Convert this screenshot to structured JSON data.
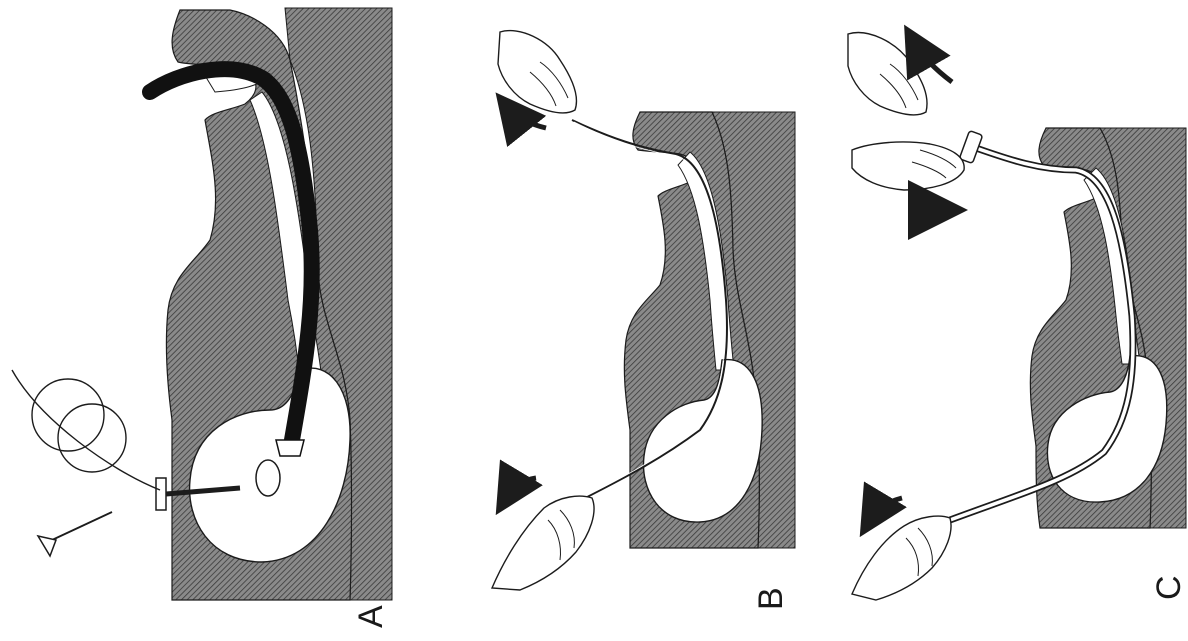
{
  "figure": {
    "panels": [
      {
        "id": "A",
        "label": "A"
      },
      {
        "id": "B",
        "label": "B"
      },
      {
        "id": "C",
        "label": "C"
      }
    ]
  },
  "colors": {
    "ink": "#1c1c1c",
    "tissue": "#7d7d7d",
    "background": "#ffffff"
  }
}
